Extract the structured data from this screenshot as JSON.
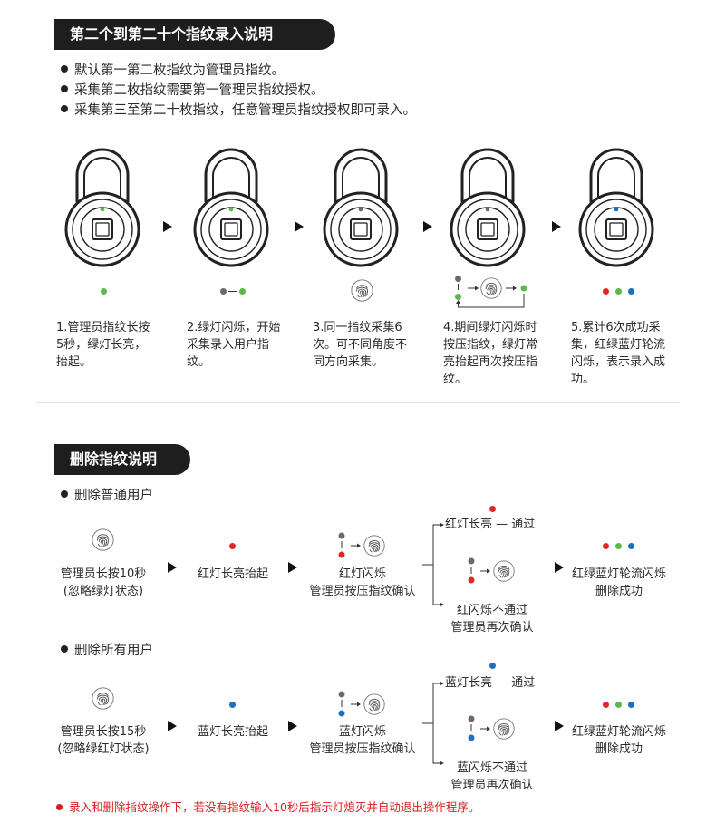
{
  "section1": {
    "title": "第二个到第二十个指纹录入说明",
    "bullets": [
      "默认第一第二枚指纹为管理员指纹。",
      "采集第二枚指纹需要第一管理员指纹授权。",
      "采集第三至第二十枚指纹，任意管理员指纹授权即可录入。"
    ],
    "steps": [
      {
        "text": "1.管理员指纹长按5秒，绿灯长亮，抬起。",
        "lock_led": "green"
      },
      {
        "text": "2.绿灯闪烁，开始采集录入用户指纹。",
        "lock_led": "green"
      },
      {
        "text": "3.同一指纹采集6次。可不同角度不同方向采集。",
        "lock_led": "gray"
      },
      {
        "text": "4.期间绿灯闪烁时按压指纹，绿灯常亮抬起再次按压指纹。",
        "lock_led": "gray"
      },
      {
        "text": "5.累计6次成功采集，红绿蓝灯轮流闪烁，表示录入成功。",
        "lock_led": "blue"
      }
    ],
    "colors": {
      "green": "#5bb94b",
      "gray": "#6a6a6a",
      "red": "#e22626",
      "blue": "#1e6fc0"
    }
  },
  "section2": {
    "title": "删除指纹说明",
    "normal": {
      "heading": "删除普通用户",
      "hold_caption_1": "管理员长按10秒",
      "hold_caption_2": "(忽略绿灯状态)",
      "state_caption": "红灯长亮抬起",
      "blink_caption_1": "红灯闪烁",
      "blink_caption_2": "管理员按压指纹确认",
      "pass_label": "红灯长亮 — 通过",
      "fail_label_1": "红闪烁不通过",
      "fail_label_2": "管理员再次确认",
      "success_1": "红绿蓝灯轮流闪烁",
      "success_2": "删除成功"
    },
    "all": {
      "heading": "删除所有用户",
      "hold_caption_1": "管理员长按15秒",
      "hold_caption_2": "(忽略绿红灯状态)",
      "state_caption": "蓝灯长亮抬起",
      "blink_caption_1": "蓝灯闪烁",
      "blink_caption_2": "管理员按压指纹确认",
      "pass_label": "蓝灯长亮 — 通过",
      "fail_label_1": "蓝闪烁不通过",
      "fail_label_2": "管理员再次确认",
      "success_1": "红绿蓝灯轮流闪烁",
      "success_2": "删除成功"
    }
  },
  "footer": "录入和删除指纹操作下，若没有指纹输入10秒后指示灯熄灭并自动退出操作程序。",
  "icons": [
    "padlock-icon",
    "fingerprint-icon",
    "led-dot",
    "right-arrow-icon"
  ]
}
